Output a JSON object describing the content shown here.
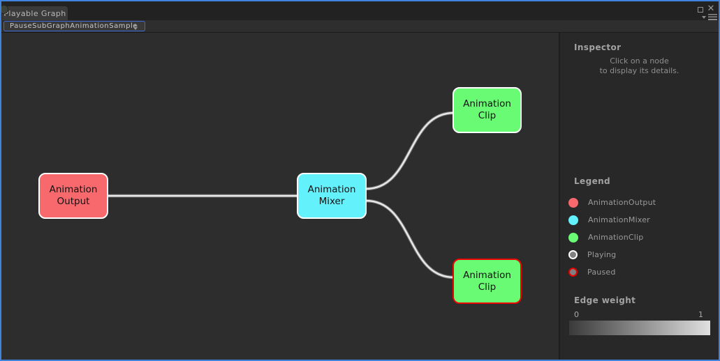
{
  "window": {
    "tab_title": "Playable Graph",
    "controls": {
      "maximize_icon": "maximize-square",
      "close_glyph": "✕",
      "menu_icon": "window-context-menu"
    }
  },
  "toolbar": {
    "graph_selector_value": "PauseSubGraphAnimationSample"
  },
  "graph": {
    "nodes": [
      {
        "id": "animation-output",
        "label": "Animation Output",
        "type": "AnimationOutput",
        "fill": "#f8696d",
        "border": "#ffffff"
      },
      {
        "id": "animation-mixer",
        "label": "Animation Mixer",
        "type": "AnimationMixer",
        "fill": "#63f1fb",
        "border": "#ffffff"
      },
      {
        "id": "animation-clip-top",
        "label": "Animation Clip",
        "type": "AnimationClip",
        "state": "Playing",
        "fill": "#69fb73",
        "border": "#ffffff"
      },
      {
        "id": "animation-clip-bottom",
        "label": "Animation Clip",
        "type": "AnimationClip",
        "state": "Paused",
        "fill": "#69fb73",
        "border": "#ee0505"
      }
    ],
    "edges": [
      {
        "from": "animation-output",
        "to": "animation-mixer",
        "color": "#e9e9e9"
      },
      {
        "from": "animation-mixer",
        "to": "animation-clip-top",
        "color": "#e9e9e9"
      },
      {
        "from": "animation-mixer",
        "to": "animation-clip-bottom",
        "color": "#e9e9e9"
      }
    ]
  },
  "inspector": {
    "title": "Inspector",
    "hint": [
      "Click on a node",
      "to display its details."
    ]
  },
  "legend": {
    "title": "Legend",
    "items": [
      {
        "label": "AnimationOutput",
        "color": "#f8696d"
      },
      {
        "label": "AnimationMixer",
        "color": "#63f1fb"
      },
      {
        "label": "AnimationClip",
        "color": "#69fb73"
      },
      {
        "label": "Playing",
        "color": "#808080",
        "ring": "#ffffff"
      },
      {
        "label": "Paused",
        "color": "#808080",
        "ring": "#e60000"
      }
    ]
  },
  "edge_weight": {
    "title": "Edge weight",
    "min_label": "0",
    "max_label": "1",
    "gradient_from": "#3a3a3a",
    "gradient_to": "#e0e0e0"
  }
}
